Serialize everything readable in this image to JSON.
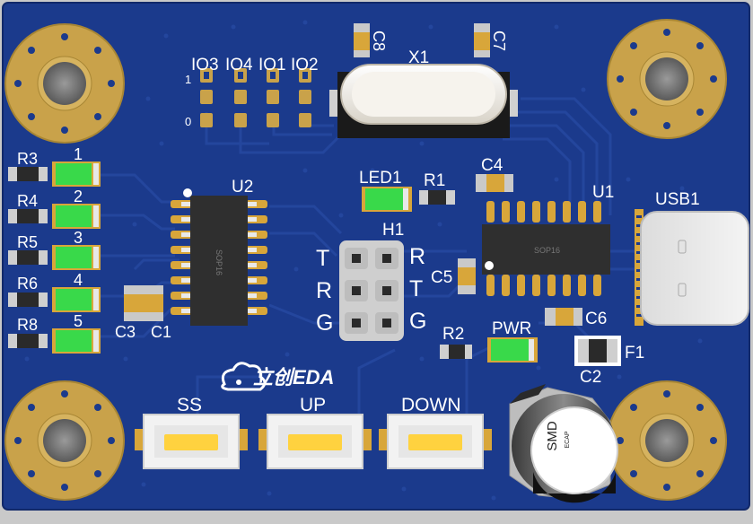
{
  "board": {
    "color": "#1b3a8c",
    "silk_color": "#ffffff",
    "pad_color": "#c9a24a",
    "logo_text": "立创EDA"
  },
  "labels": {
    "io3": "IO3",
    "io4": "IO4",
    "io1": "IO1",
    "io2": "IO2",
    "one": "1",
    "zero": "0",
    "c8": "C8",
    "x1": "X1",
    "c7": "C7",
    "r3": "R3",
    "r4": "R4",
    "r5": "R5",
    "r6": "R6",
    "r8": "R8",
    "led_n1": "1",
    "led_n2": "2",
    "led_n3": "3",
    "led_n4": "4",
    "led_n5": "5",
    "u2": "U2",
    "sop16": "SOP16",
    "led1": "LED1",
    "r1": "R1",
    "c4": "C4",
    "u1": "U1",
    "usb1": "USB1",
    "h1": "H1",
    "t_left": "T",
    "r_left": "R",
    "g_left": "G",
    "r_right": "R",
    "t_right": "T",
    "g_right": "G",
    "c5": "C5",
    "c3": "C3",
    "c1": "C1",
    "r2": "R2",
    "pwr": "PWR",
    "c6": "C6",
    "f1": "F1",
    "c2": "C2",
    "ss": "SS",
    "up": "UP",
    "down": "DOWN",
    "smd": "SMD",
    "ecap": "ECAP"
  }
}
